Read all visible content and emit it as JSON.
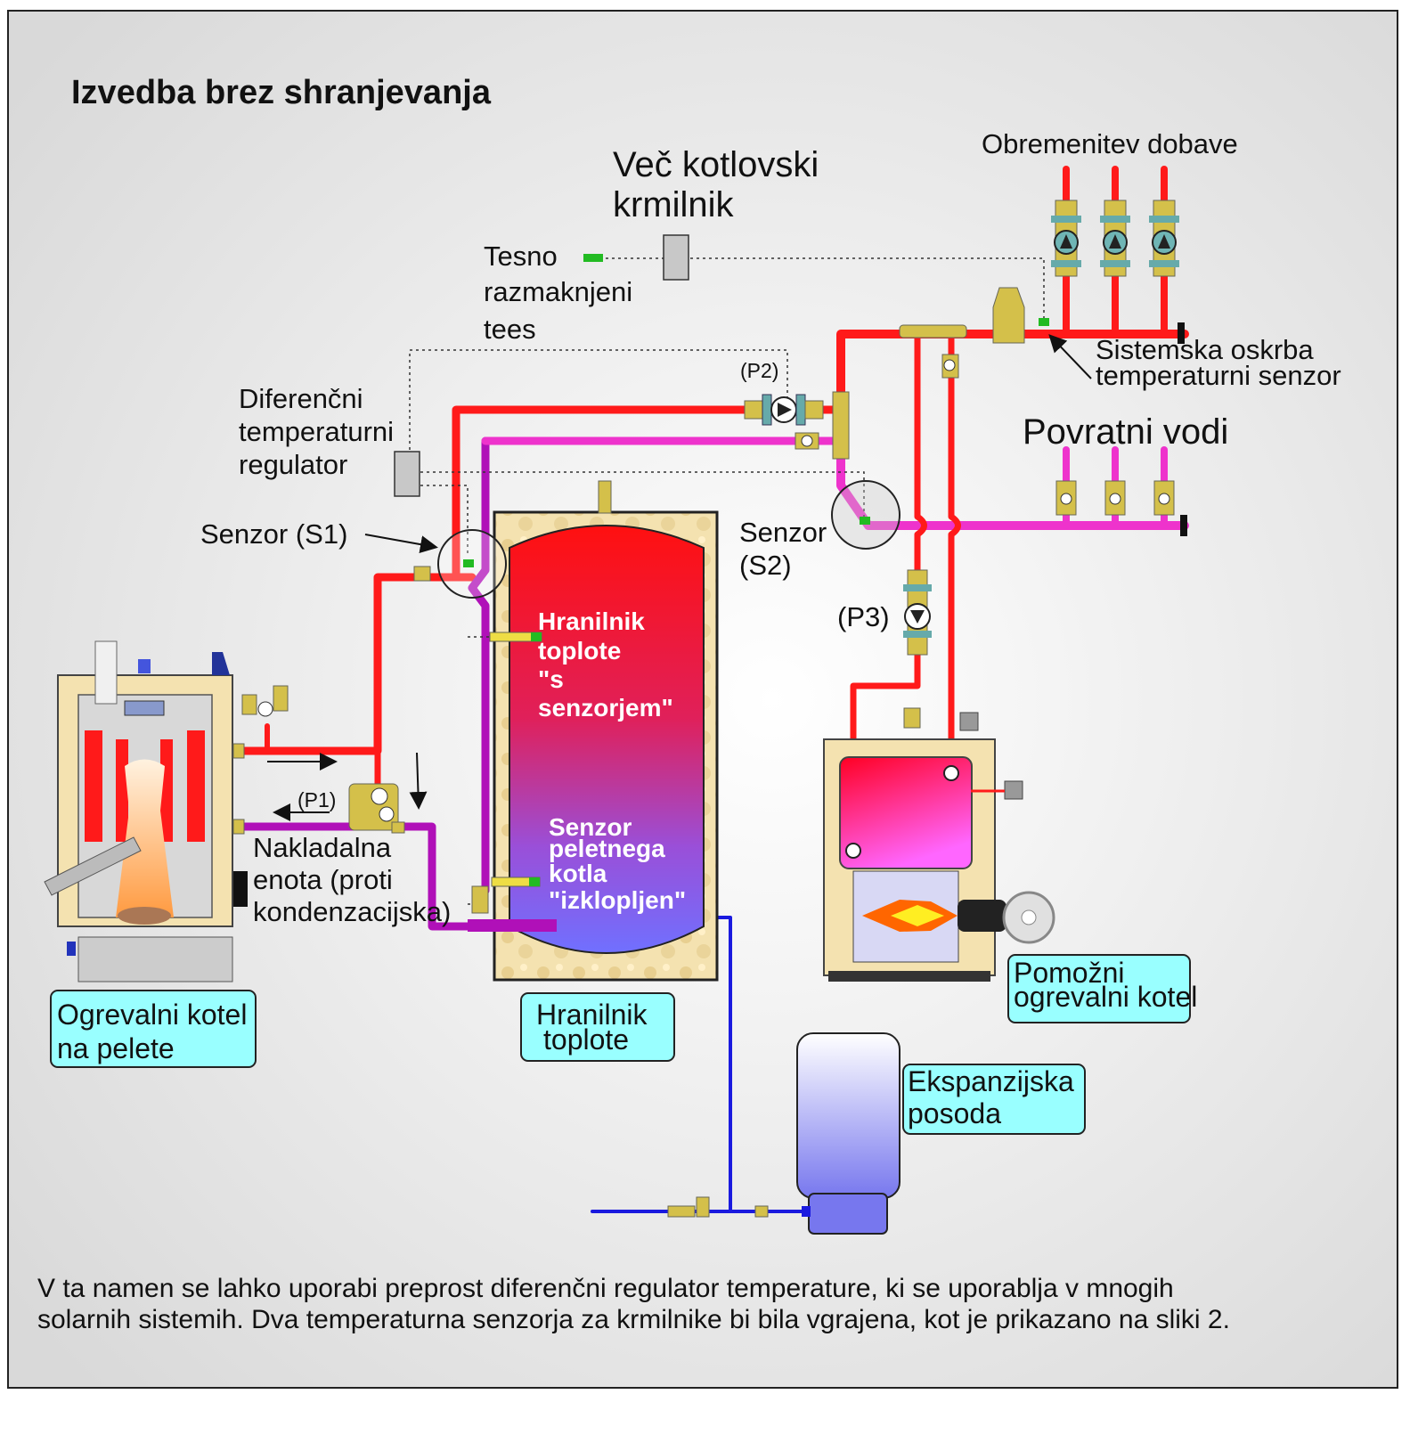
{
  "title": "Izvedba brez shranjevanja",
  "labels": {
    "controller": [
      "Več kotlovski",
      "krmilnik"
    ],
    "tees": [
      "Tesno",
      "razmaknjeni",
      "tees"
    ],
    "load_supply": "Obremenitev dobave",
    "system_sensor": [
      "Sistemska oskrba",
      "temperaturni senzor"
    ],
    "returns": "Povratni vodi",
    "diff_controller": [
      "Diferenčni",
      "temperaturni",
      "regulator"
    ],
    "sensor_s1": "Senzor (S1)",
    "sensor_s2": [
      "Senzor",
      "(S2)"
    ],
    "pump_p1": "(P1)",
    "pump_p2": "(P2)",
    "pump_p3": "(P3)",
    "loading_unit": [
      "Nakladalna",
      "enota (proti",
      "kondenzacijska)"
    ],
    "tank_text": [
      "Hranilnik",
      "toplote",
      "\"s",
      "senzorjem\""
    ],
    "tank_sensor_text": [
      "Senzor",
      "peletnega",
      "kotla",
      "\"izklopljen\""
    ]
  },
  "boxes": {
    "pellet_boiler": [
      "Ogrevalni kotel",
      "na pelete"
    ],
    "storage_tank": [
      "Hranilnik",
      "toplote"
    ],
    "aux_boiler": [
      "Pomožni",
      "ogrevalni kotel"
    ],
    "expansion_tank": [
      "Ekspanzijska",
      "posoda"
    ]
  },
  "caption": [
    "V ta namen se lahko uporabi preprost diferenčni regulator temperature, ki se uporablja v mnogih",
    "solarnih sistemih. Dva temperaturna senzorja za krmilnike bi bila vgrajena, kot je prikazano na sliki 2."
  ],
  "colors": {
    "supply": "#ff1a1a",
    "return": "#ee33cc",
    "return_dark": "#b010b8",
    "cold_water": "#1a1adf",
    "sensor": "#22bb22",
    "label_box": "#99ffff",
    "fitting": "#d4c04a"
  }
}
